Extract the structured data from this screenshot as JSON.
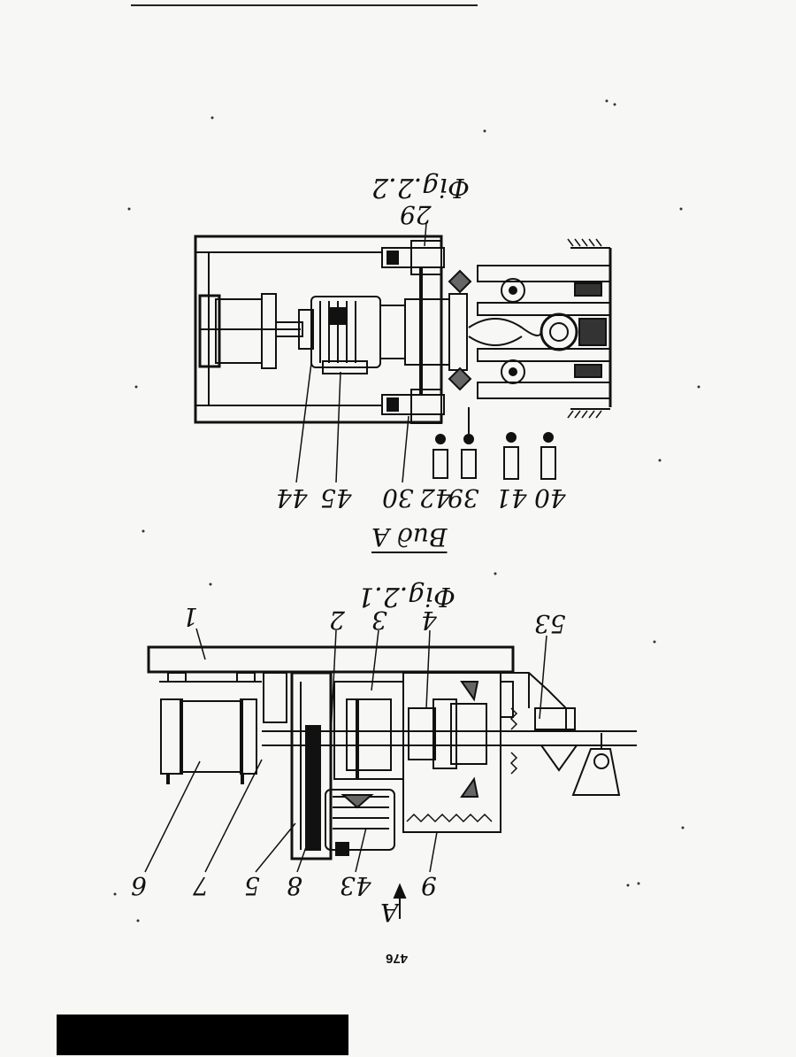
{
  "page_number": "476",
  "figures": {
    "fig1": {
      "caption": "Фig.2.1",
      "labels": {
        "l1": "1",
        "l2": "2",
        "l3": "3",
        "l4": "4",
        "l5": "5",
        "l6": "6",
        "l7": "7",
        "l8": "8",
        "l9": "9",
        "l43": "43",
        "l53": "53",
        "lA": "A"
      }
    },
    "fig2": {
      "caption": "Фig.2.2",
      "view_label": "Вид A",
      "labels": {
        "l29": "29",
        "l30": "30",
        "l39": "39",
        "l40": "40",
        "l41": "41",
        "l42": "42",
        "l44": "44",
        "l45": "45"
      }
    }
  }
}
